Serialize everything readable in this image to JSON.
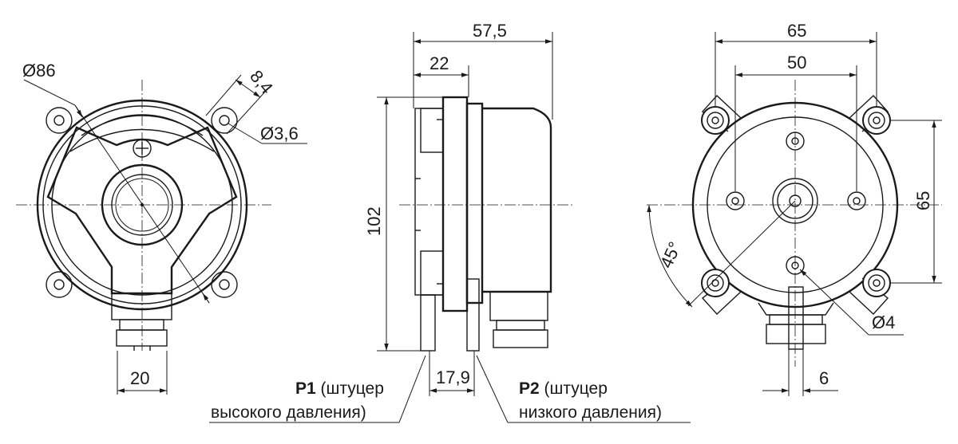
{
  "front_view": {
    "diameter_label": "Ø86",
    "lug_width_label": "8,4",
    "hole_label": "Ø3,6",
    "fitting_width_label": "20"
  },
  "side_view": {
    "overall_depth_label": "57,5",
    "flange_depth_label": "22",
    "height_label": "102",
    "fitting_spacing_label": "17,9",
    "p1": {
      "code": "P1",
      "desc_line1": " (штуцер",
      "desc_line2": "высокого давления)"
    },
    "p2": {
      "code": "P2",
      "desc_line1": " (штуцер",
      "desc_line2": "низкого давления)"
    }
  },
  "rear_view": {
    "outer_spacing_label": "65",
    "inner_spacing_label": "50",
    "vertical_spacing_label": "65",
    "angle_label": "45°",
    "hole_label": "Ø4",
    "fitting_width_label": "6"
  }
}
